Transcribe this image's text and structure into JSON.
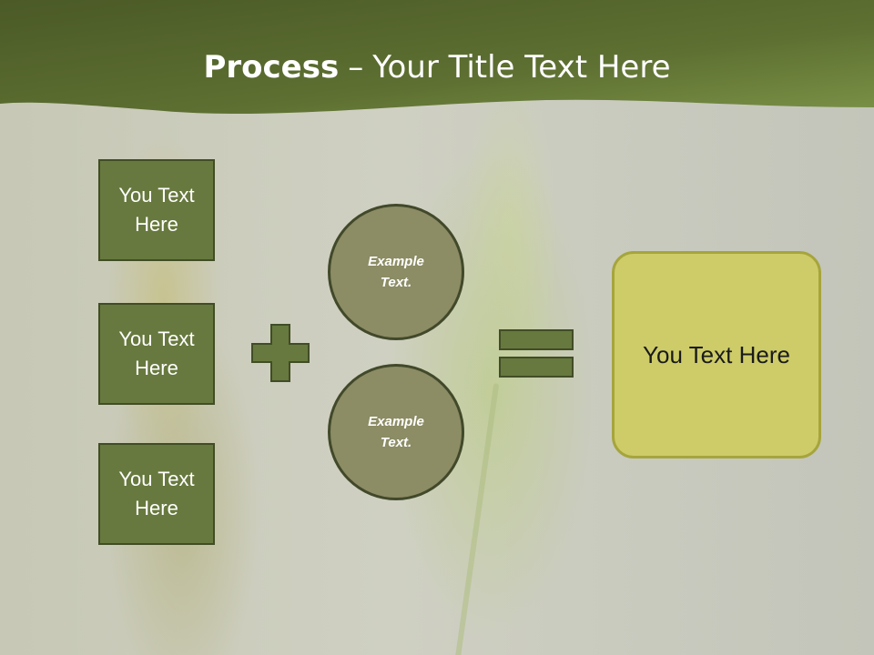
{
  "slide": {
    "title": {
      "bold_part": "Process",
      "separator": "–",
      "rest": "Your Title Text Here"
    },
    "left_boxes": [
      {
        "text": "You Text Here"
      },
      {
        "text": "You Text Here"
      },
      {
        "text": "You Text Here"
      }
    ],
    "operator_plus": "plus-icon",
    "circles": [
      {
        "text": "Example Text."
      },
      {
        "text": "Example Text."
      }
    ],
    "operator_equals": "equals-icon",
    "result": {
      "text": "You Text Here"
    }
  },
  "colors": {
    "banner_dark": "#4b5a27",
    "banner_light": "#7a9146",
    "box_fill": "#67793e",
    "box_border": "#414d26",
    "circle_fill": "#8c8c65",
    "result_fill": "#cdcc68",
    "result_border": "#a6a53c"
  }
}
